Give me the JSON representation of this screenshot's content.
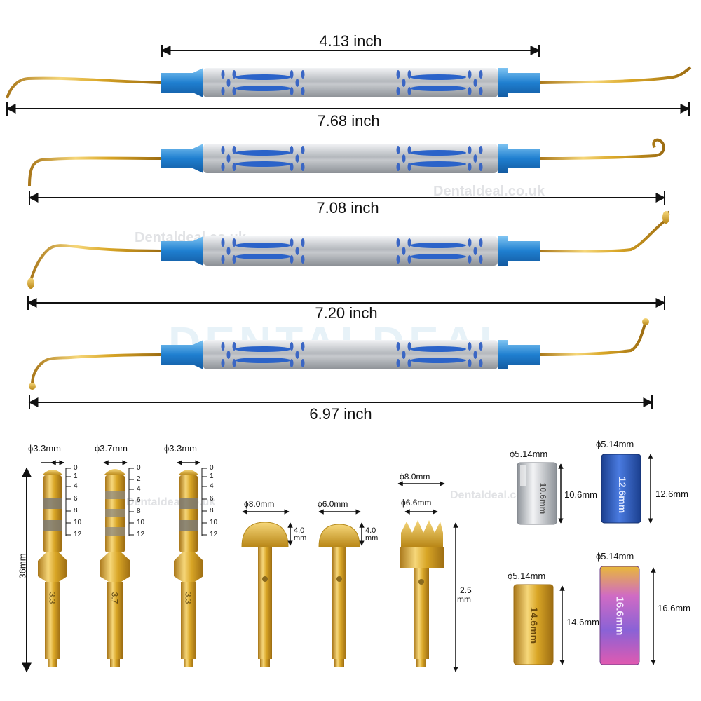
{
  "instruments": {
    "items": [
      {
        "length": "7.68 inch",
        "handle_length": "4.13 inch"
      },
      {
        "length": "7.08 inch"
      },
      {
        "length": "7.20 inch"
      },
      {
        "length": "6.97 inch"
      }
    ]
  },
  "drills": {
    "items": [
      {
        "diameter": "ϕ3.3mm",
        "shaft_text": "3.3",
        "scale": [
          "0",
          "1",
          "4",
          "6",
          "8",
          "10",
          "12"
        ]
      },
      {
        "diameter": "ϕ3.7mm",
        "shaft_text": "3.7",
        "scale": [
          "0",
          "2",
          "4",
          "6",
          "8",
          "10",
          "12"
        ]
      },
      {
        "diameter": "ϕ3.3mm",
        "shaft_text": "3.3",
        "scale": [
          "0",
          "1",
          "4",
          "6",
          "8",
          "10",
          "12"
        ]
      }
    ],
    "total_length": "36mm"
  },
  "burs": {
    "items": [
      {
        "diameter": "ϕ8.0mm",
        "height_value": "4.0",
        "height_unit": "mm"
      },
      {
        "diameter": "ϕ6.0mm",
        "height_value": "4.0",
        "height_unit": "mm"
      }
    ]
  },
  "trephine": {
    "outer": "ϕ8.0mm",
    "inner": "ϕ6.6mm",
    "depth_value": "2.5",
    "depth_unit": "mm"
  },
  "sleeves": {
    "items": [
      {
        "diameter": "ϕ5.14mm",
        "length": "10.6mm",
        "engraving": "10.6mm",
        "finish": "silver",
        "color": "#c8cdd2"
      },
      {
        "diameter": "ϕ5.14mm",
        "length": "12.6mm",
        "engraving": "12.6mm",
        "finish": "blue",
        "color": "#2f56b8"
      },
      {
        "diameter": "ϕ5.14mm",
        "length": "14.6mm",
        "engraving": "14.6mm",
        "finish": "gold",
        "color": "#e2bc3c"
      },
      {
        "diameter": "ϕ5.14mm",
        "length": "16.6mm",
        "engraving": "16.6mm",
        "finish": "rainbow",
        "color": "#c469c8"
      }
    ]
  },
  "watermark": {
    "small": "Dentaldeal.co.uk",
    "large": "DENTALDEAL"
  },
  "colors": {
    "gold": "#d9a626",
    "steel": "#c9ccd0",
    "blue_cap": "#2f86d0",
    "accent_blue": "#1f4fb8"
  }
}
